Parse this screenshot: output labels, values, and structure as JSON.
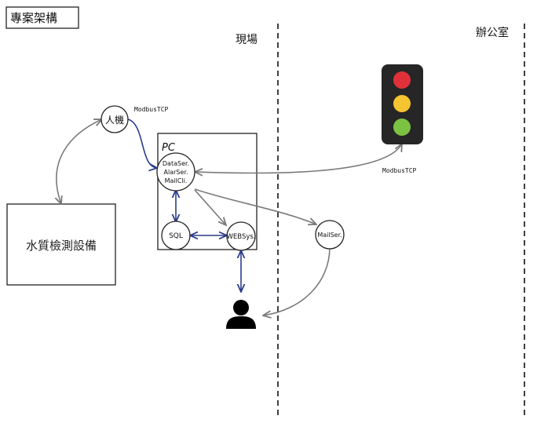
{
  "title": "專案架構",
  "zones": {
    "site": "現場",
    "office": "辦公室"
  },
  "nodes": {
    "hmi": "人機",
    "pc": "PC",
    "services": [
      "DataSer.",
      "AlarSer.",
      "MailCli."
    ],
    "sql": "SQL",
    "web": "WEBSys.",
    "mail": "MailSer.",
    "equipment": "水質檢測設備"
  },
  "protocols": {
    "hmi_link": "ModbusTCP",
    "light_link": "ModbusTCP"
  },
  "traffic_light": {
    "colors": [
      "#e0313b",
      "#f4c531",
      "#7cc242"
    ],
    "housing": "#262626"
  },
  "user_icon": "person-icon"
}
